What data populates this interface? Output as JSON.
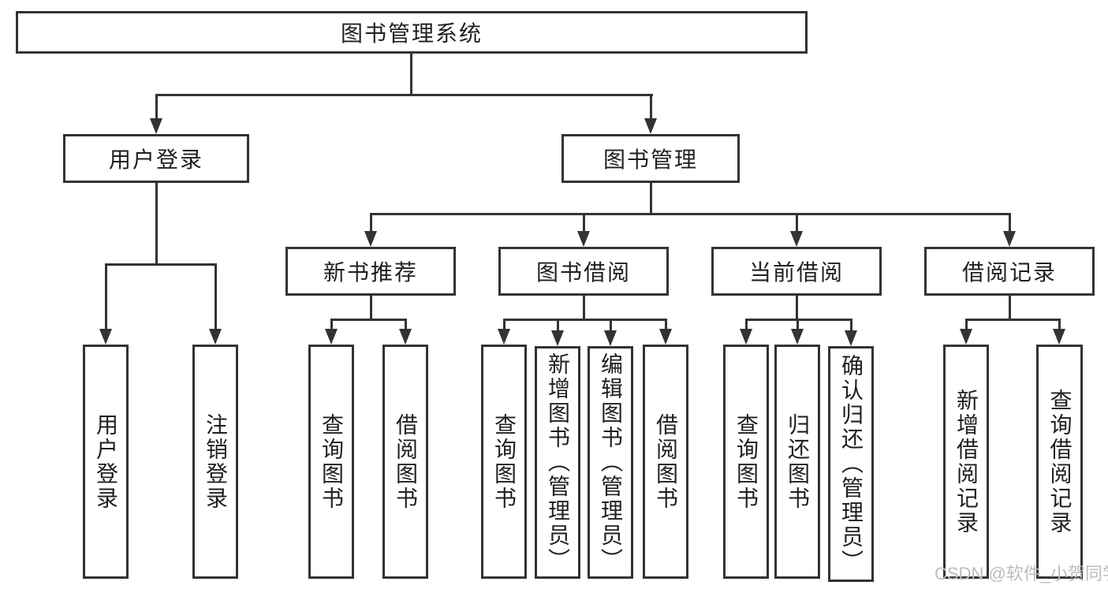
{
  "root": {
    "label": "图书管理系统"
  },
  "branches": [
    {
      "label": "用户登录",
      "children": [
        {
          "label": "用户登录"
        },
        {
          "label": "注销登录"
        }
      ]
    },
    {
      "label": "图书管理",
      "children": [
        {
          "label": "新书推荐",
          "children": [
            {
              "label": "查询图书"
            },
            {
              "label": "借阅图书"
            }
          ]
        },
        {
          "label": "图书借阅",
          "children": [
            {
              "label": "查询图书"
            },
            {
              "label": "新增图书（管理员）"
            },
            {
              "label": "编辑图书（管理员）"
            },
            {
              "label": "借阅图书"
            }
          ]
        },
        {
          "label": "当前借阅",
          "children": [
            {
              "label": "查询图书"
            },
            {
              "label": "归还图书"
            },
            {
              "label": "确认归还（管理员）"
            }
          ]
        },
        {
          "label": "借阅记录",
          "children": [
            {
              "label": "新增借阅记录"
            },
            {
              "label": "查询借阅记录"
            }
          ]
        }
      ]
    }
  ],
  "watermark": {
    "label": "CSDN @软件_小贺同学"
  },
  "colors": {
    "line": "#333333",
    "text": "#1f1f1f",
    "background": "#ffffff",
    "watermark": "#b9bdc3"
  }
}
